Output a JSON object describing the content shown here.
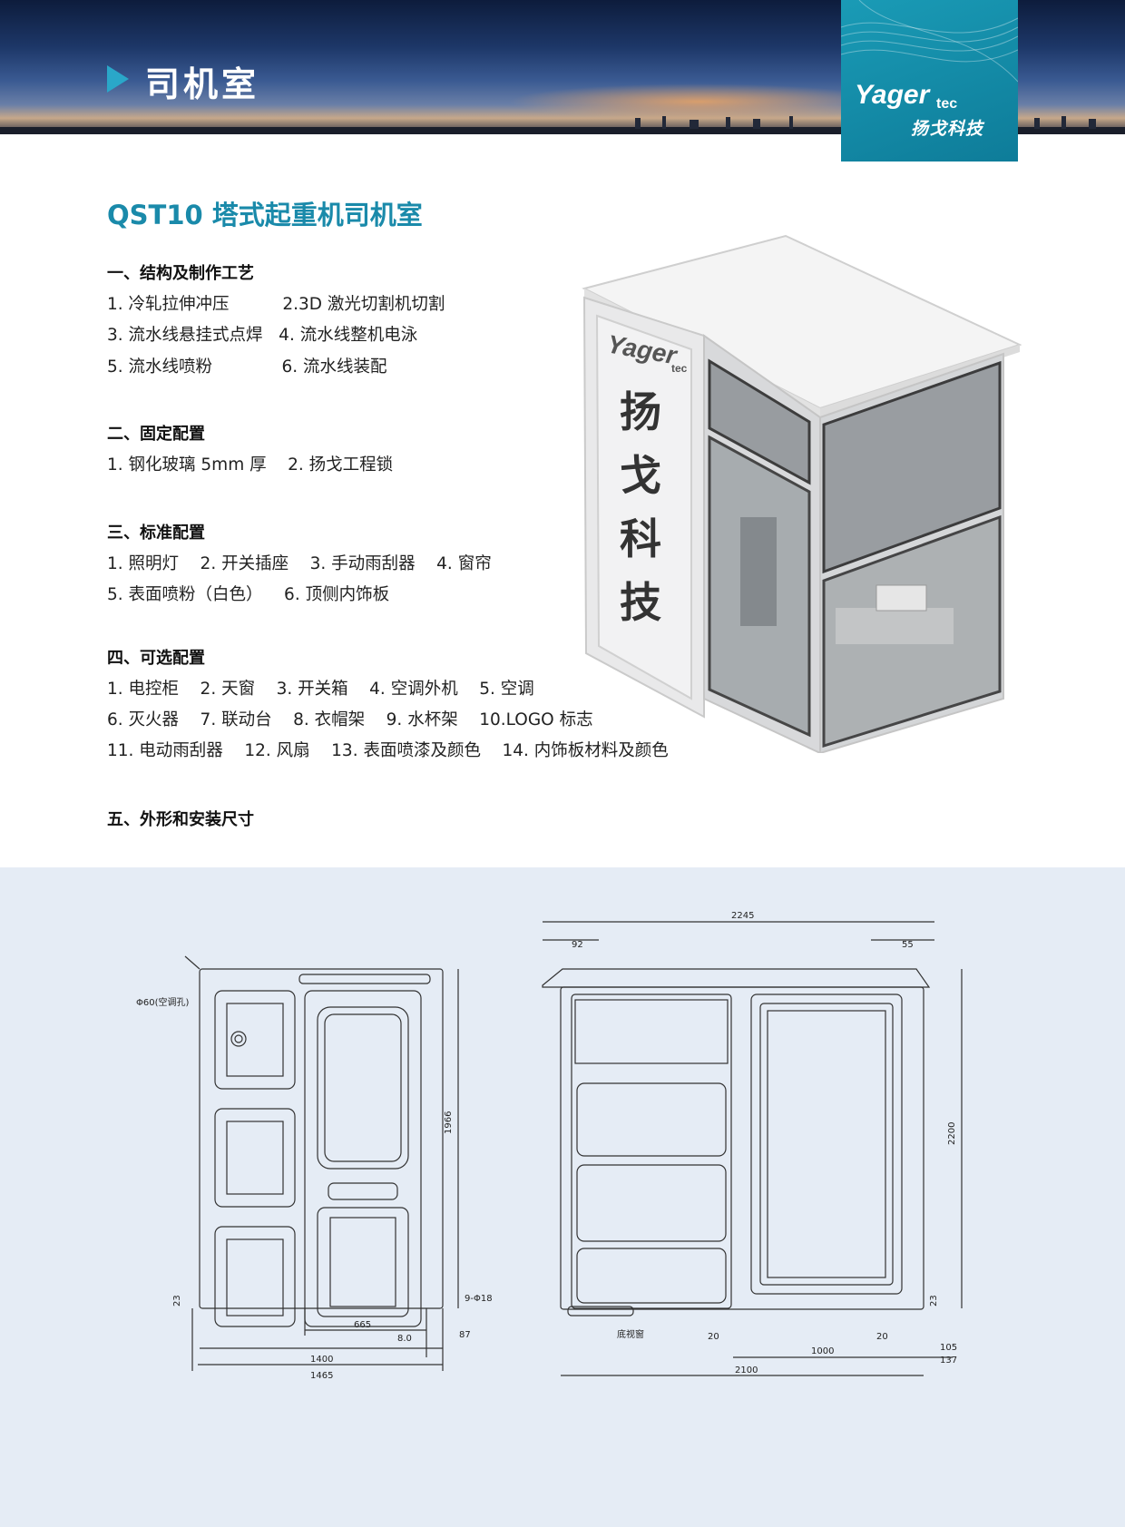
{
  "banner": {
    "title": "司机室"
  },
  "logo": {
    "brand_main": "Yager",
    "brand_small": "tec",
    "brand_cn": "扬戈科技"
  },
  "page_title": "QST10 塔式起重机司机室",
  "sections": [
    {
      "heading": "一、结构及制作工艺",
      "lines": [
        "1. 冷轧拉伸冲压          2.3D 激光切割机切割",
        "3. 流水线悬挂式点焊   4. 流水线整机电泳",
        "5. 流水线喷粉             6. 流水线装配"
      ]
    },
    {
      "heading": "二、固定配置",
      "lines": [
        "1. 钢化玻璃 5mm 厚    2. 扬戈工程锁"
      ]
    },
    {
      "heading": "三、标准配置",
      "lines": [
        "1. 照明灯    2. 开关插座    3. 手动雨刮器    4. 窗帘",
        "5. 表面喷粉（白色）    6. 顶侧内饰板"
      ]
    },
    {
      "heading": "四、可选配置",
      "lines": [
        "1. 电控柜    2. 天窗    3. 开关箱    4. 空调外机    5. 空调",
        "6. 灭火器    7. 联动台    8. 衣帽架    9. 水杯架    10.LOGO 标志",
        "11. 电动雨刮器    12. 风扇    13. 表面喷漆及颜色    14. 内饰板材料及颜色"
      ]
    },
    {
      "heading": "五、外形和安装尺寸",
      "lines": []
    }
  ],
  "cabin_render": {
    "side_brand": "Yager",
    "side_brand_small": "tec",
    "side_chars": [
      "扬",
      "戈",
      "科",
      "技"
    ]
  },
  "front_view": {
    "callout_ac_hole": "Φ60(空调孔)",
    "dims": {
      "height": "1966",
      "width_door": "665",
      "gap": "8.0",
      "offset": "87",
      "width_mid": "1400",
      "width_total": "1465",
      "bottom_small": "23",
      "holes": "9-Φ18"
    }
  },
  "side_view": {
    "callout_floor_window": "底视窗",
    "dims": {
      "total_top": "2245",
      "left_overhang": "92",
      "right_overhang": "55",
      "height": "2200",
      "bottom_small": "23",
      "left_20": "20",
      "right_20": "20",
      "mid_1000": "1000",
      "right_105": "105",
      "right_137": "137",
      "total_bottom": "2100"
    }
  },
  "colors": {
    "accent": "#1a8aaa",
    "logo_bg": "#168faa",
    "drawing_bg": "#e5ecf5"
  }
}
